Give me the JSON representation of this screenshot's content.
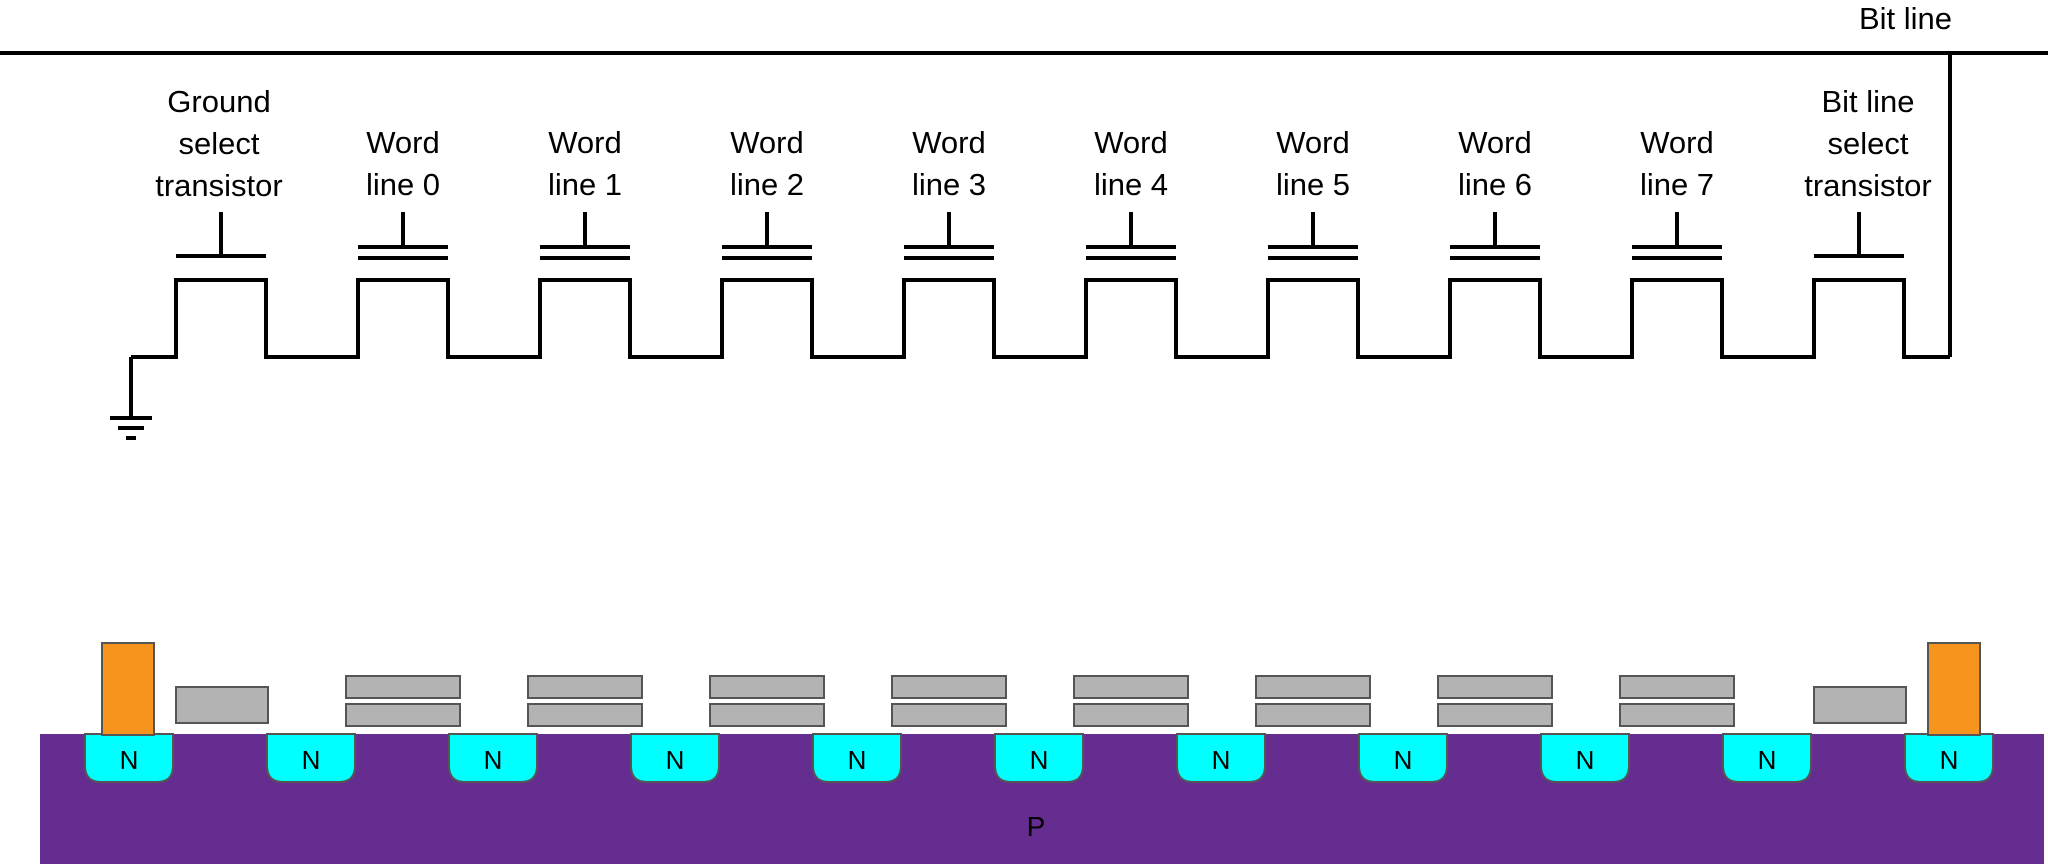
{
  "labels": {
    "bit_line": "Bit line",
    "ground_select": [
      "Ground",
      "select",
      "transistor"
    ],
    "bit_line_select": [
      "Bit line",
      "select",
      "transistor"
    ],
    "word_lines": [
      [
        "Word",
        "line 0"
      ],
      [
        "Word",
        "line 1"
      ],
      [
        "Word",
        "line 2"
      ],
      [
        "Word",
        "line 3"
      ],
      [
        "Word",
        "line 4"
      ],
      [
        "Word",
        "line 5"
      ],
      [
        "Word",
        "line 6"
      ],
      [
        "Word",
        "line 7"
      ]
    ],
    "n_region": "N",
    "substrate": "P"
  },
  "colors": {
    "wire": "#000000",
    "substrate": "#652d8f",
    "n_region": "#00ffff",
    "gate": "#b3b3b3",
    "contact": "#f7941d"
  },
  "n_region_count": 11
}
